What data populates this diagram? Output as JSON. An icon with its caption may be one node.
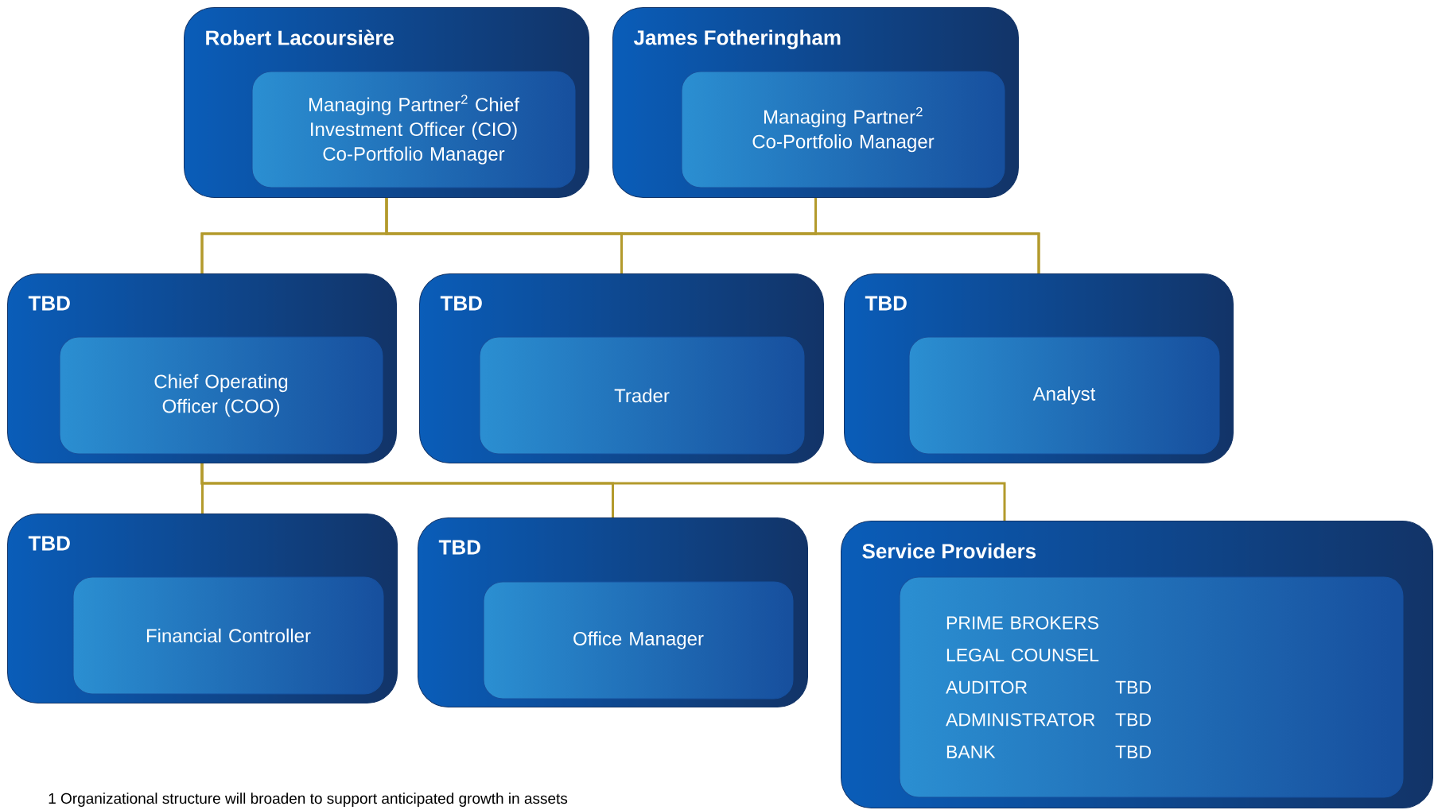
{
  "diagram": {
    "nodes": [
      {
        "text": [
          "Robert Lacoursière"
        ]
      },
      {
        "text": [
          "Managing Partner$^{2}$ Chief Investment Officer (CIO) Co-Portfolio Manager"
        ],
        "in": 0
      },
      {
        "text": [
          "James Fotheringham"
        ]
      },
      {
        "text": [
          "Managing Partner$^{2}$ Co-Portfolio Manager"
        ],
        "in": 2
      },
      {
        "text": [
          "TBD"
        ]
      },
      {
        "text": [
          "Chief Operating Officer (COO)"
        ],
        "in": 4
      },
      {
        "text": [
          "TBD"
        ]
      },
      {
        "text": [
          "Trader"
        ],
        "in": 6
      },
      {
        "text": [
          "TBD"
        ]
      },
      {
        "text": [
          "Analyst"
        ],
        "in": 8
      },
      {
        "text": [
          "TBD"
        ]
      },
      {
        "text": [
          "Financial Controller"
        ],
        "in": 10
      },
      {
        "text": [
          "TBD"
        ]
      },
      {
        "text": [
          "Office Manager"
        ],
        "in": 12
      },
      {
        "text": [
          "Service Providers"
        ]
      },
      {
        "text": [
          "PRIME BROKERS",
          "LEGAL COUNSEL",
          "AUDITOR",
          "TBD",
          "ADMINISTRATOR",
          "TBD",
          "BANK",
          "TBD"
        ],
        "in": 14
      }
    ],
    "edges": [
      {
        "from": 0,
        "to": 4,
        "arrow": "none"
      },
      {
        "from": 0,
        "to": 6,
        "arrow": "none"
      },
      {
        "from": 0,
        "to": 8,
        "arrow": "none"
      },
      {
        "from": 2,
        "to": 4,
        "arrow": "none"
      },
      {
        "from": 2,
        "to": 6,
        "arrow": "none"
      },
      {
        "from": 2,
        "to": 8,
        "arrow": "none"
      },
      {
        "from": 4,
        "to": 10,
        "arrow": "none"
      },
      {
        "from": 4,
        "to": 12,
        "arrow": "none"
      },
      {
        "from": 4,
        "to": 14,
        "arrow": "none"
      }
    ],
    "labels": [
      "1 Organizational structure will broaden to support anticipated growth in assets"
    ]
  }
}
